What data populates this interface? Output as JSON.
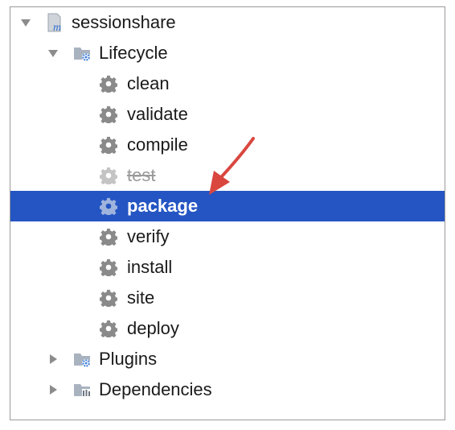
{
  "tree": {
    "root": {
      "label": "sessionshare",
      "icon": "maven-module-icon",
      "expanded": true
    },
    "lifecycle": {
      "label": "Lifecycle",
      "icon": "folder-gear-icon",
      "expanded": true,
      "phases": [
        {
          "label": "clean",
          "skipped": false,
          "selected": false
        },
        {
          "label": "validate",
          "skipped": false,
          "selected": false
        },
        {
          "label": "compile",
          "skipped": false,
          "selected": false
        },
        {
          "label": "test",
          "skipped": true,
          "selected": false
        },
        {
          "label": "package",
          "skipped": false,
          "selected": true
        },
        {
          "label": "verify",
          "skipped": false,
          "selected": false
        },
        {
          "label": "install",
          "skipped": false,
          "selected": false
        },
        {
          "label": "site",
          "skipped": false,
          "selected": false
        },
        {
          "label": "deploy",
          "skipped": false,
          "selected": false
        }
      ]
    },
    "plugins": {
      "label": "Plugins",
      "icon": "folder-gear-icon",
      "expanded": false
    },
    "dependencies": {
      "label": "Dependencies",
      "icon": "folder-library-icon",
      "expanded": false
    }
  },
  "colors": {
    "selection": "#2455c3",
    "arrow_annotation": "#d9473f",
    "gear": "#8a8a8a",
    "folder": "#a9b3c0",
    "gear_blue": "#3d7fd8"
  }
}
